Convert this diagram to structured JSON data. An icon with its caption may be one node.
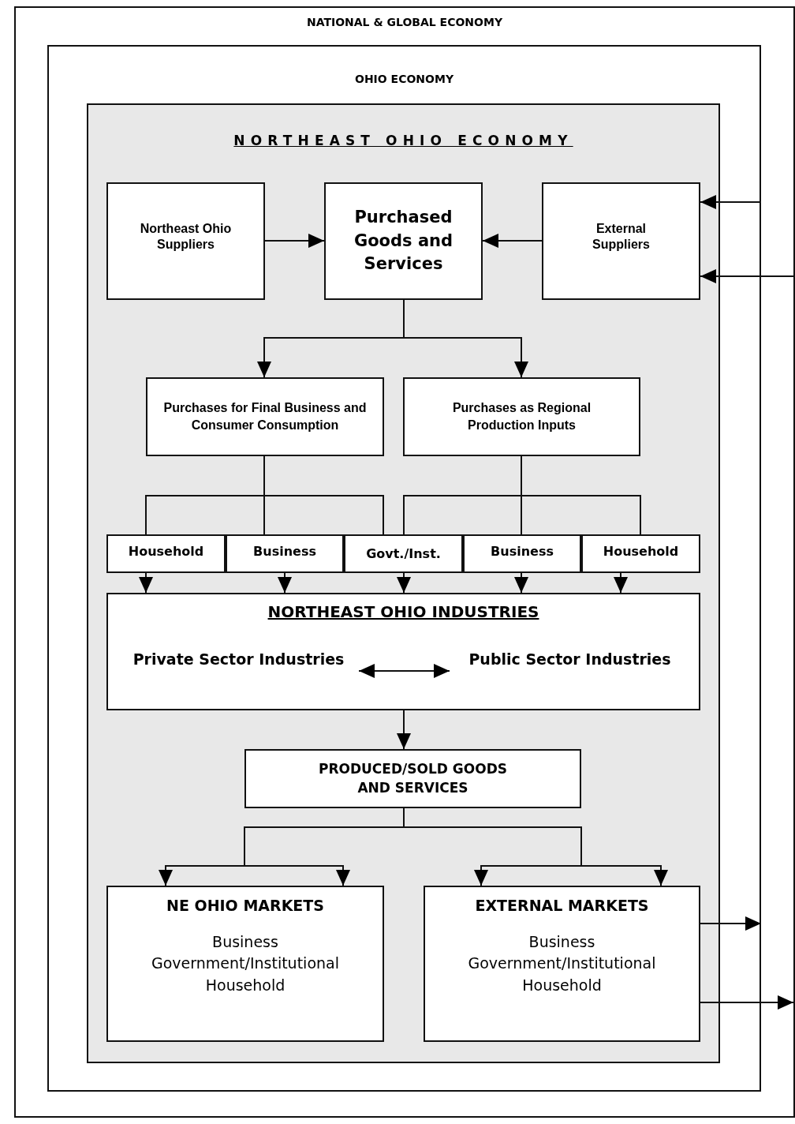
{
  "diagram": {
    "nodes": [
      {
        "text": [
          "NATIONAL & GLOBAL ECONOMY"
        ]
      },
      {
        "text": [
          "OHIO ECONOMY"
        ],
        "in": 0
      },
      {
        "text": [
          "NORTHEAST OHIO ECONOMY"
        ],
        "in": 1
      },
      {
        "text": [
          "Northeast Ohio Suppliers"
        ],
        "in": 2
      },
      {
        "text": [
          "Purchased Goods and Services"
        ],
        "in": 2
      },
      {
        "text": [
          "External Suppliers"
        ],
        "in": 2
      },
      {
        "text": [
          "Purchases for Final Business and Consumer Consumption"
        ],
        "in": 2
      },
      {
        "text": [
          "Purchases as Regional Production Inputs"
        ],
        "in": 2
      },
      {
        "text": [
          "Household"
        ],
        "in": 2
      },
      {
        "text": [
          "Business"
        ],
        "in": 2
      },
      {
        "text": [
          "Govt./Inst."
        ],
        "in": 2
      },
      {
        "text": [
          "Business"
        ],
        "in": 2
      },
      {
        "text": [
          "Household"
        ],
        "in": 2
      },
      {
        "text": [
          "NORTHEAST OHIO INDUSTRIES"
        ],
        "in": 2
      },
      {
        "text": [
          "Private Sector Industries"
        ],
        "in": 13
      },
      {
        "text": [
          "Public Sector Industries"
        ],
        "in": 13
      },
      {
        "text": [
          "PRODUCED/SOLD GOODS AND SERVICES"
        ],
        "in": 2
      },
      {
        "text": [
          "NE OHIO MARKETS",
          "Business Government/Institutional Household"
        ],
        "in": 2
      },
      {
        "text": [
          "EXTERNAL MARKETS",
          "Business Government/Institutional Household"
        ],
        "in": 2
      }
    ],
    "edges": [
      {
        "from": 3,
        "to": 4,
        "arrow": "to"
      },
      {
        "from": 5,
        "to": 4,
        "arrow": "to"
      },
      {
        "from": null,
        "to": 5,
        "arrow": "to"
      },
      {
        "from": null,
        "to": 5,
        "arrow": "to"
      },
      {
        "from": 4,
        "to": 6,
        "arrow": "to"
      },
      {
        "from": 4,
        "to": 7,
        "arrow": "to"
      },
      {
        "from": 6,
        "to": 8,
        "arrow": "none"
      },
      {
        "from": 6,
        "to": 9,
        "arrow": "none"
      },
      {
        "from": 6,
        "to": 10,
        "arrow": "none"
      },
      {
        "from": 7,
        "to": 10,
        "arrow": "none"
      },
      {
        "from": 7,
        "to": 11,
        "arrow": "none"
      },
      {
        "from": 7,
        "to": 12,
        "arrow": "none"
      },
      {
        "from": 8,
        "to": 13,
        "arrow": "to"
      },
      {
        "from": 9,
        "to": 13,
        "arrow": "to"
      },
      {
        "from": 10,
        "to": 13,
        "arrow": "to"
      },
      {
        "from": 11,
        "to": 13,
        "arrow": "to"
      },
      {
        "from": 12,
        "to": 13,
        "arrow": "to"
      },
      {
        "from": 14,
        "to": 15,
        "arrow": "both"
      },
      {
        "from": 13,
        "to": 16,
        "arrow": "to"
      },
      {
        "from": 16,
        "to": 17,
        "arrow": "to"
      },
      {
        "from": 16,
        "to": 17,
        "arrow": "to"
      },
      {
        "from": 16,
        "to": 18,
        "arrow": "to"
      },
      {
        "from": 16,
        "to": 18,
        "arrow": "to"
      },
      {
        "from": 18,
        "to": null,
        "arrow": "to"
      },
      {
        "from": 18,
        "to": null,
        "arrow": "to"
      }
    ]
  }
}
